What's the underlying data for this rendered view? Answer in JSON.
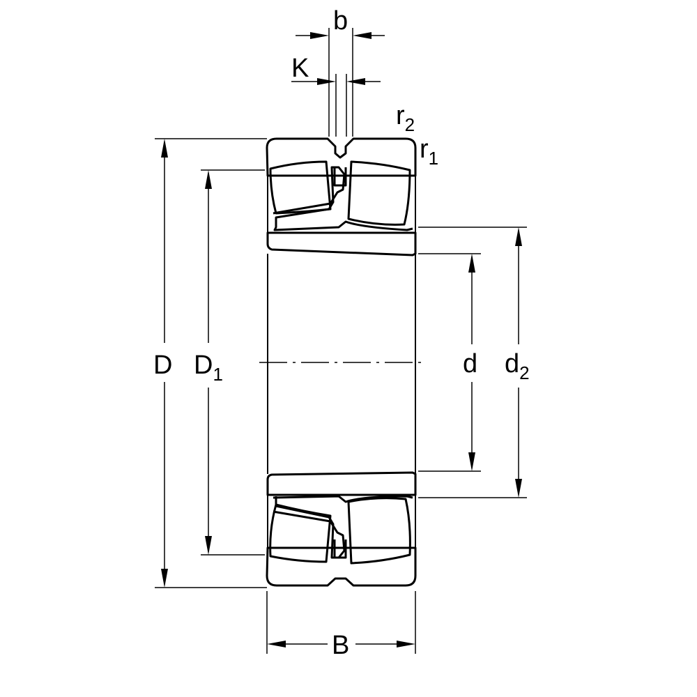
{
  "diagram": {
    "labels": {
      "b": "b",
      "K": "K",
      "r2": {
        "main": "r",
        "sub": "2"
      },
      "r1": {
        "main": "r",
        "sub": "1"
      },
      "D": "D",
      "D1": {
        "main": "D",
        "sub": "1"
      },
      "d": "d",
      "d2": {
        "main": "d",
        "sub": "2"
      },
      "B": "B"
    },
    "colors": {
      "line": "#000000",
      "background": "#ffffff"
    }
  }
}
